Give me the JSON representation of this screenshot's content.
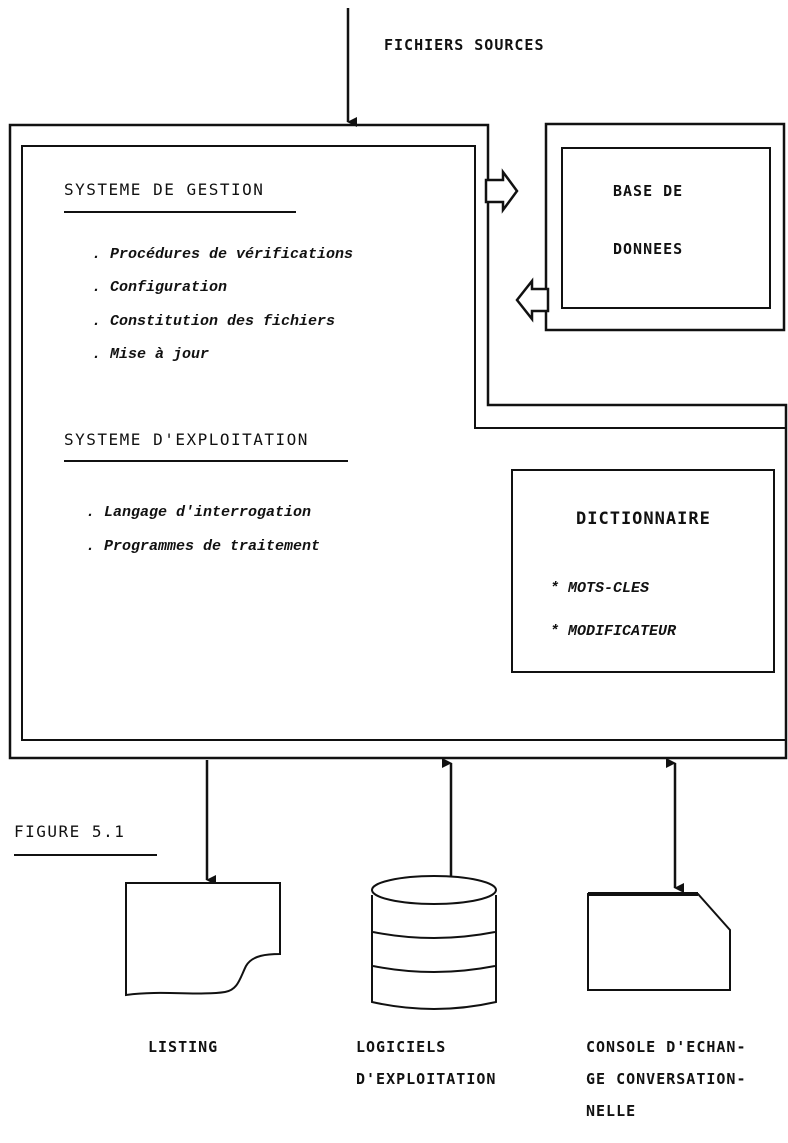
{
  "top_input": {
    "label": "FICHIERS SOURCES"
  },
  "main_system": {
    "gestion": {
      "title": "SYSTEME DE GESTION",
      "items": [
        ". Procédures de vérifications",
        ". Configuration",
        ". Constitution des fichiers",
        ". Mise à jour"
      ]
    },
    "exploitation": {
      "title": "SYSTEME D'EXPLOITATION",
      "items": [
        ". Langage d'interrogation",
        ". Programmes de traitement"
      ]
    }
  },
  "database": {
    "line1": "BASE DE",
    "line2": "DONNEES"
  },
  "dictionary": {
    "title": "DICTIONNAIRE",
    "items": [
      "* MOTS-CLES",
      "* MODIFICATEUR"
    ]
  },
  "figure_label": "FIGURE 5.1",
  "outputs": {
    "listing": "LISTING",
    "logiciels": [
      "LOGICIELS",
      "D'EXPLOITATION"
    ],
    "console": [
      "CONSOLE D'ECHAN-",
      "GE CONVERSATION-",
      "NELLE"
    ]
  }
}
